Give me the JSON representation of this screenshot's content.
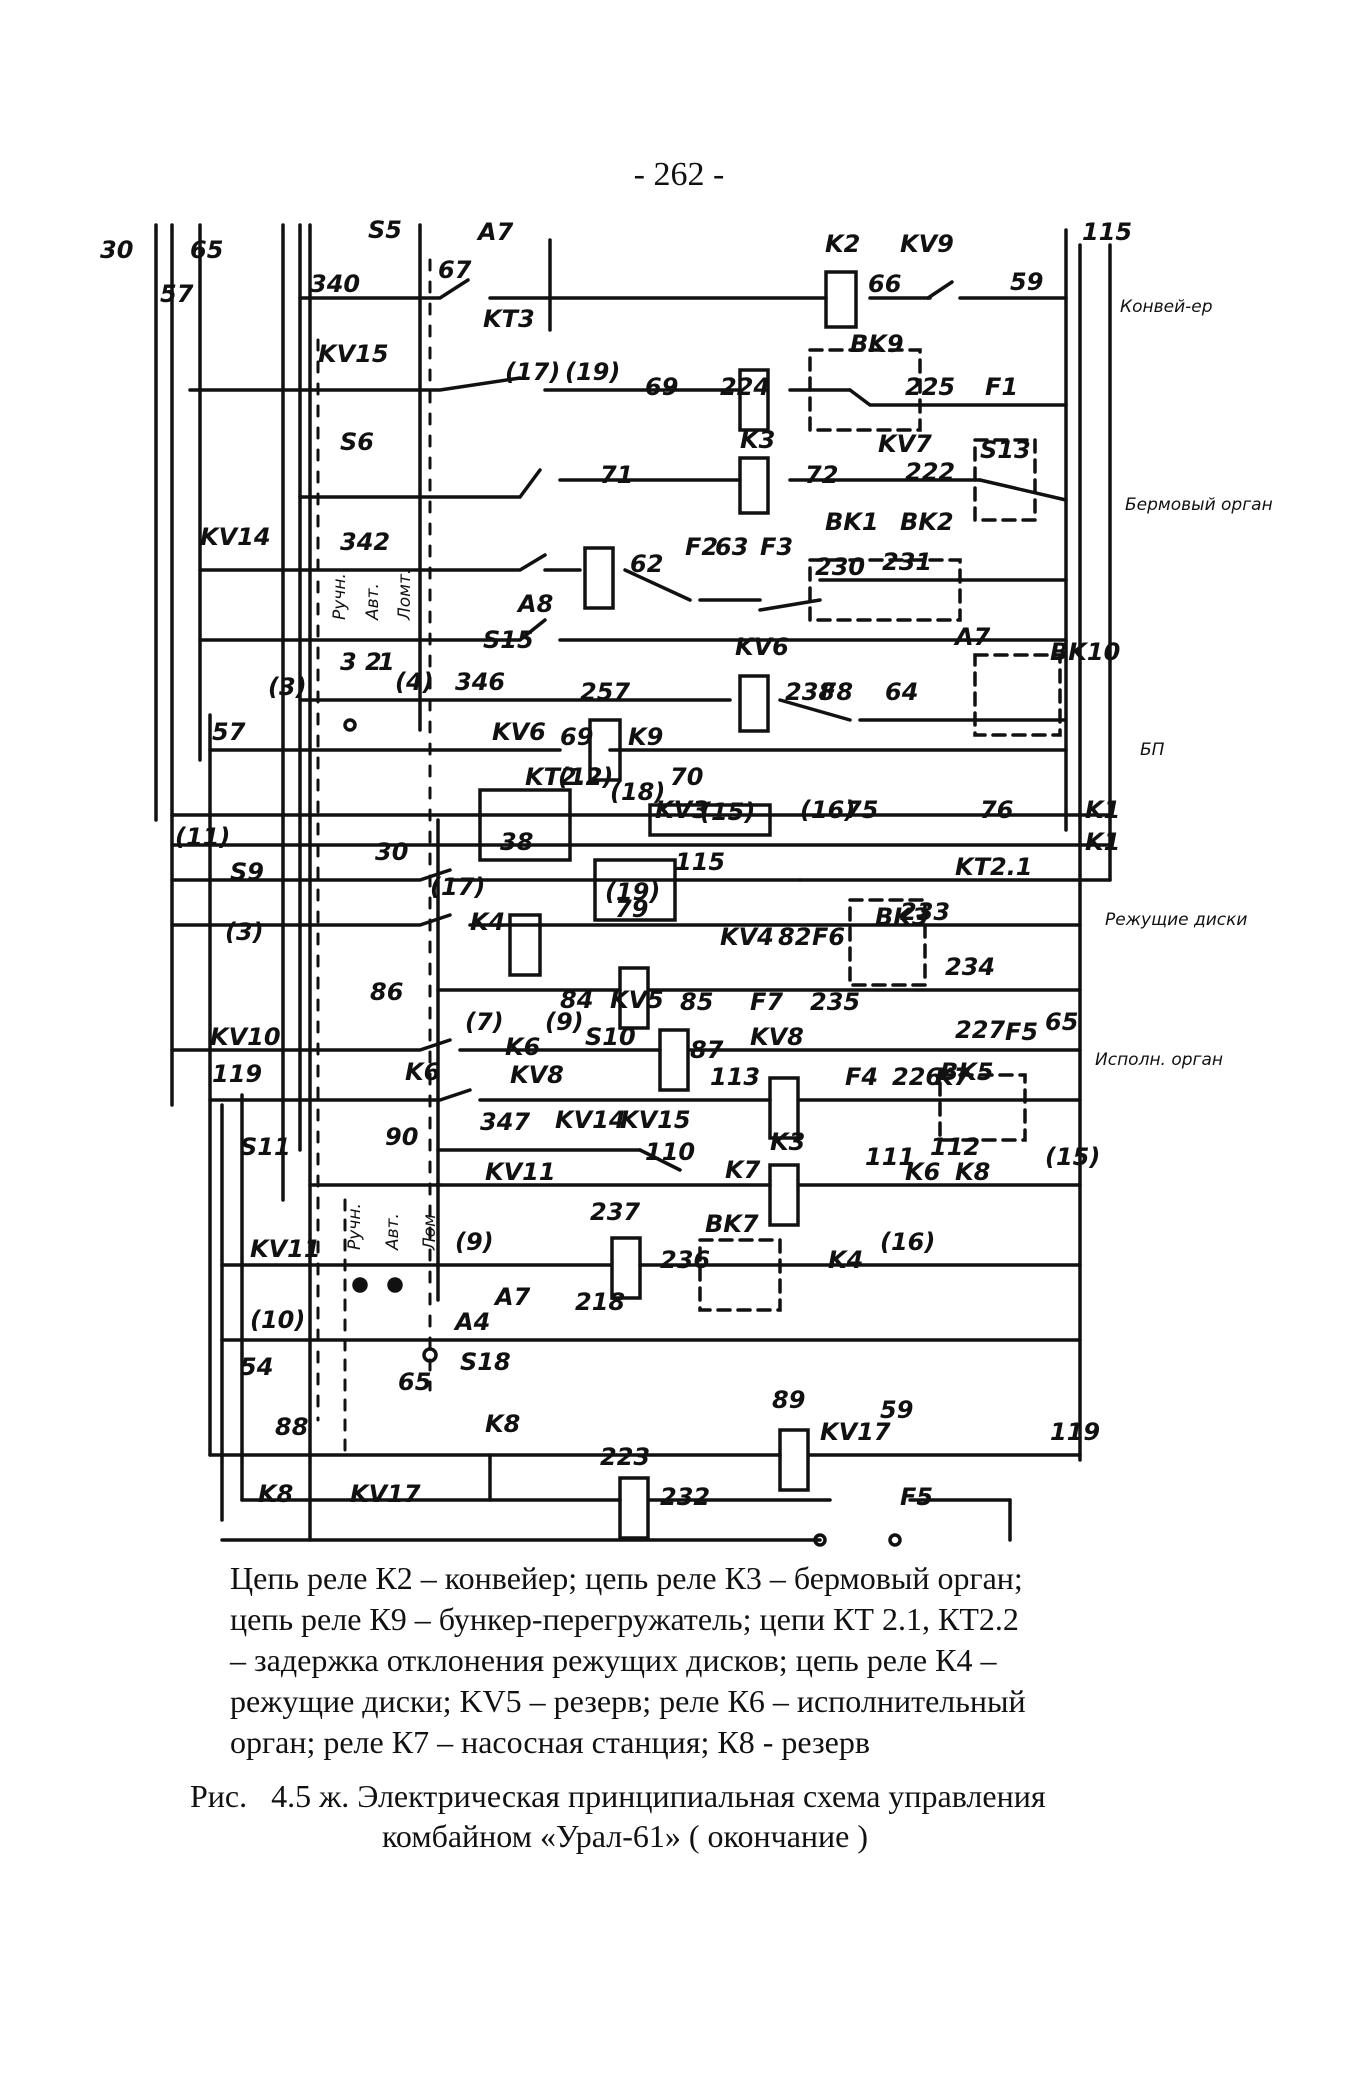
{
  "page_number": "- 262 -",
  "diagram": {
    "wire_numbers": [
      "30",
      "57",
      "65",
      "S5",
      "340",
      "67",
      "A7",
      "K2",
      "KV9",
      "66",
      "59",
      "115",
      "KV15",
      "KT3",
      "(17)",
      "(19)",
      "69",
      "224",
      "225",
      "F1",
      "S6",
      "71",
      "K3",
      "72",
      "KV7",
      "222",
      "S13",
      "KV14",
      "342",
      "62",
      "F2",
      "63",
      "F3",
      "230",
      "231",
      "A8",
      "S15",
      "3",
      "2",
      "1",
      "(4)",
      "346",
      "257",
      "KV6",
      "238",
      "F8",
      "64",
      "A7",
      "(3)",
      "57",
      "KV6",
      "69",
      "K9",
      "KT2.2",
      "(12)",
      "(18)",
      "70",
      "KV3",
      "(15)",
      "(16)",
      "75",
      "76",
      "K1",
      "38",
      "(11)",
      "30",
      "S9",
      "K1",
      "115",
      "KT2.1",
      "(17)",
      "(19)",
      "79",
      "(3)",
      "K4",
      "KV4",
      "82",
      "F6",
      "233",
      "234",
      "(7)",
      "(9)",
      "84",
      "KV5",
      "85",
      "F7",
      "235",
      "S10",
      "86",
      "K6",
      "87",
      "KV8",
      "227",
      "F5",
      "65",
      "KV10",
      "119",
      "K6",
      "KV8",
      "113",
      "F4",
      "226",
      "K7",
      "347",
      "KV14",
      "KV15",
      "S11",
      "90",
      "KV11",
      "110",
      "K7",
      "K3",
      "111",
      "K6",
      "112",
      "K8",
      "(15)",
      "KV11",
      "237",
      "236",
      "K4",
      "(16)",
      "(9)",
      "(10)",
      "A4",
      "A7",
      "218",
      "54",
      "S18",
      "65",
      "88",
      "K8",
      "89",
      "KV17",
      "59",
      "119",
      "K8",
      "KV17",
      "223",
      "232",
      "F5"
    ],
    "contact_labels": [
      "BK9",
      "BK1",
      "BK2",
      "BK10",
      "BK3",
      "BK5",
      "BK7"
    ],
    "side_notes": [
      "Конвей-ер",
      "Бермовый орган",
      "БП",
      "Режущие диски",
      "Исполн. орган"
    ],
    "switch_positions_1": [
      "Ручн.",
      "Авт.",
      "Ломт."
    ],
    "switch_positions_2": [
      "Ручн.",
      "Авт.",
      "Лом"
    ]
  },
  "caption": {
    "line1": "Цепь реле К2 – конвейер; цепь реле К3 – бермовый орган;",
    "line2": "цепь реле К9 – бункер-перегружатель; цепи КТ 2.1, КТ2.2",
    "line3": "– задержка отклонения режущих дисков; цепь реле К4 –",
    "line4": "режущие диски; KV5 – резерв; реле К6 – исполнительный",
    "line5": "орган; реле К7 – насосная станция; К8 - резерв"
  },
  "figure": {
    "label": "Рис.",
    "number": "4.5 ж.",
    "title_line1": "Электрическая принципиальная схема управления",
    "title_line2": "комбайном «Урал-61» ( окончание )"
  }
}
